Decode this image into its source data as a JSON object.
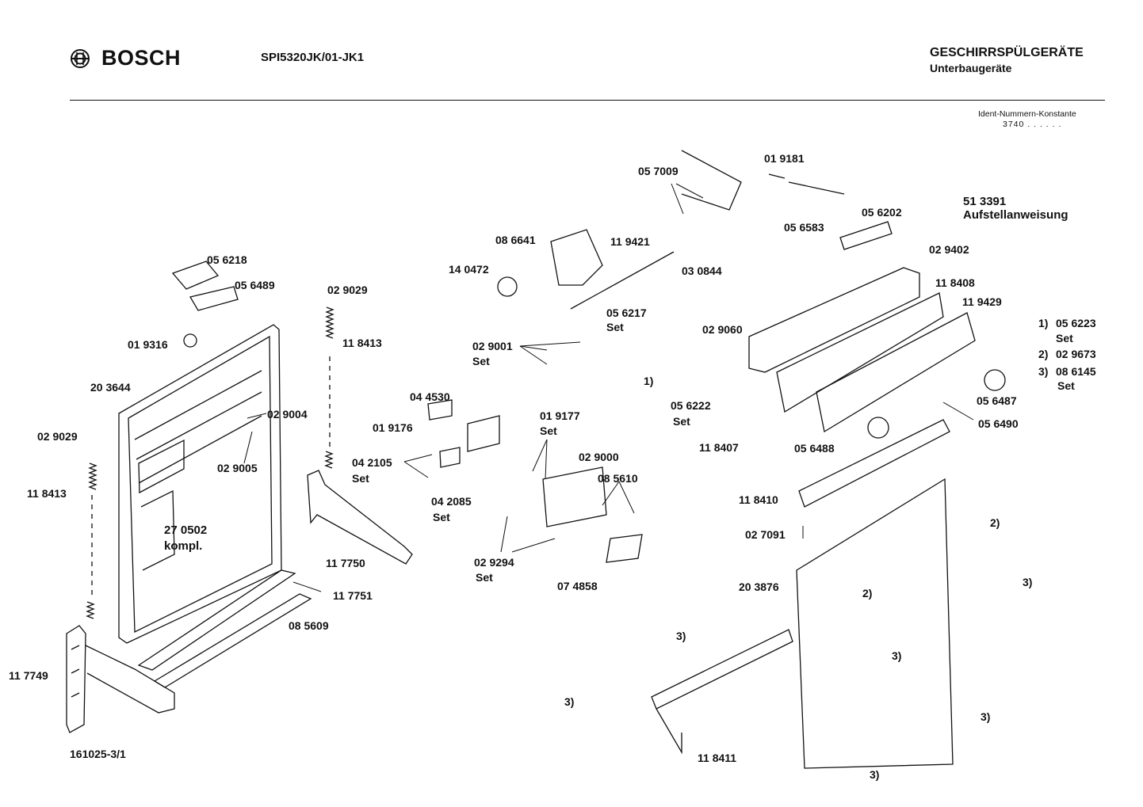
{
  "header": {
    "brand": "BOSCH",
    "model": "SPI5320JK/01-JK1",
    "category": "GESCHIRRSPÜLGERÄTE",
    "subcategory": "Unterbaugeräte",
    "ident_line1": "Ident-Nummern-Konstante",
    "ident_line2": "3740  . .  . . . ."
  },
  "footer": {
    "doc_number": "161025-3/1"
  },
  "notes": {
    "install_number": "51 3391",
    "install_text": "Aufstellanweisung",
    "legend": [
      {
        "mark": "1)",
        "part": "05 6223",
        "suffix": "Set"
      },
      {
        "mark": "2)",
        "part": "02 9673",
        "suffix": ""
      },
      {
        "mark": "3)",
        "part": "08 6145",
        "suffix": "Set"
      }
    ]
  },
  "parts": [
    {
      "label": "05 6218"
    },
    {
      "label": "05 6489"
    },
    {
      "label": "01 9316"
    },
    {
      "label": "20 3644"
    },
    {
      "label": "02 9004"
    },
    {
      "label": "02 9005"
    },
    {
      "label": "02 9029"
    },
    {
      "label": "11 8413"
    },
    {
      "label": "02 9029"
    },
    {
      "label": "11 8413"
    },
    {
      "label": "27 0502"
    },
    {
      "label": "kompl."
    },
    {
      "label": "11 7749"
    },
    {
      "label": "11 7750"
    },
    {
      "label": "11 7751"
    },
    {
      "label": "08 5609"
    },
    {
      "label": "14 0472"
    },
    {
      "label": "08 6641"
    },
    {
      "label": "11 9421"
    },
    {
      "label": "05 7009"
    },
    {
      "label": "01 9181"
    },
    {
      "label": "05 6202"
    },
    {
      "label": "05 6583"
    },
    {
      "label": "02 9402"
    },
    {
      "label": "03 0844"
    },
    {
      "label": "02 9060"
    },
    {
      "label": "11 8408"
    },
    {
      "label": "11 9429"
    },
    {
      "label": "02 9001"
    },
    {
      "label": "Set"
    },
    {
      "label": "05 6217"
    },
    {
      "label": "Set"
    },
    {
      "label": "04 4530"
    },
    {
      "label": "01 9176"
    },
    {
      "label": "04 2105"
    },
    {
      "label": "Set"
    },
    {
      "label": "04 2085"
    },
    {
      "label": "Set"
    },
    {
      "label": "01 9177"
    },
    {
      "label": "Set"
    },
    {
      "label": "02 9000"
    },
    {
      "label": "08 5610"
    },
    {
      "label": "02 9294"
    },
    {
      "label": "Set"
    },
    {
      "label": "07 4858"
    },
    {
      "label": "1)"
    },
    {
      "label": "05 6222"
    },
    {
      "label": "Set"
    },
    {
      "label": "11 8407"
    },
    {
      "label": "05 6488"
    },
    {
      "label": "05 6487"
    },
    {
      "label": "05 6490"
    },
    {
      "label": "11 8410"
    },
    {
      "label": "02 7091"
    },
    {
      "label": "20 3876"
    },
    {
      "label": "2)"
    },
    {
      "label": "3)"
    },
    {
      "label": "2)"
    },
    {
      "label": "3)"
    },
    {
      "label": "3)"
    },
    {
      "label": "3)"
    },
    {
      "label": "11 8411"
    },
    {
      "label": "3)"
    },
    {
      "label": "3)"
    }
  ]
}
